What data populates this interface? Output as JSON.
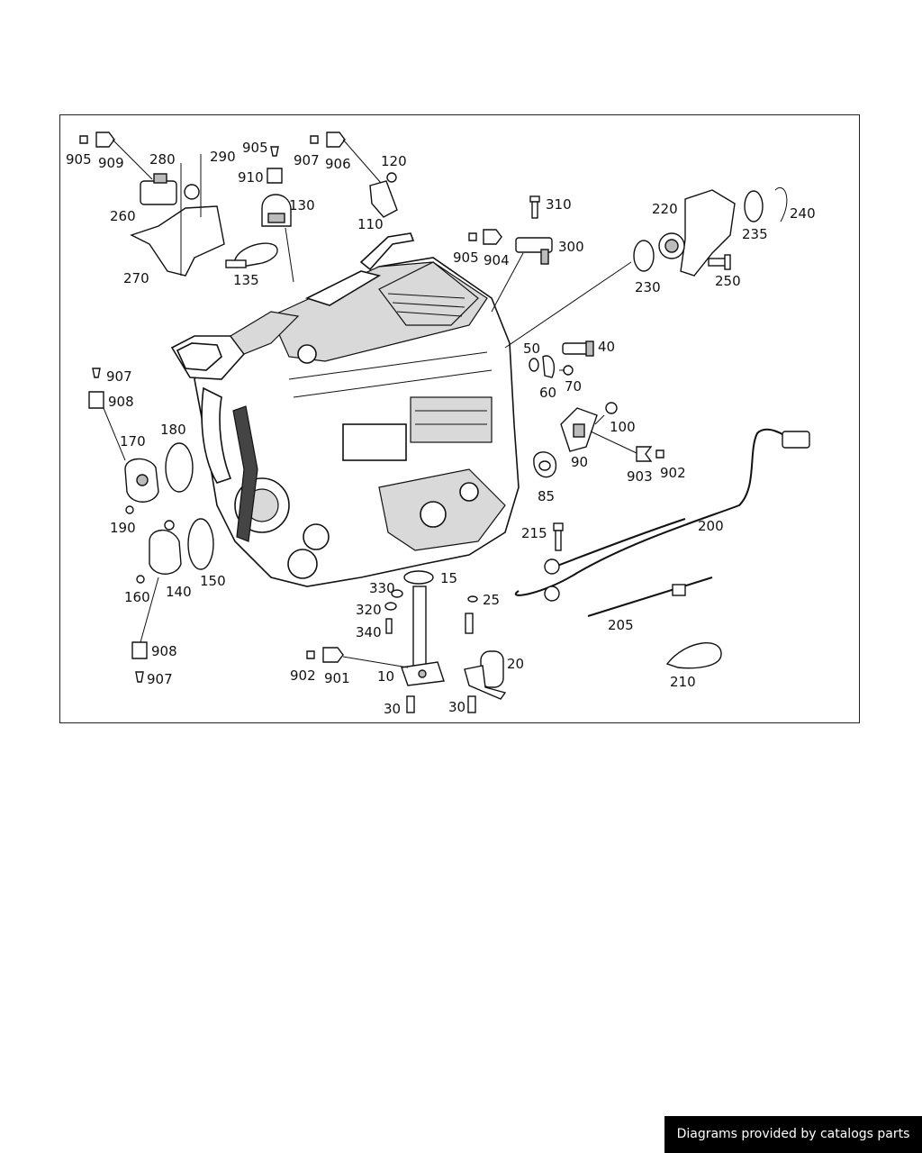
{
  "diagram": {
    "labels": {
      "p905a": "905",
      "p909a": "909",
      "p280": "280",
      "p290": "290",
      "p260": "260",
      "p270": "270",
      "p905b": "905",
      "p910": "910",
      "p130": "130",
      "p135": "135",
      "p907a": "907",
      "p906": "906",
      "p120": "120",
      "p110": "110",
      "p310": "310",
      "p905c": "905",
      "p904": "904",
      "p300": "300",
      "p220": "220",
      "p240": "240",
      "p235": "235",
      "p230": "230",
      "p250": "250",
      "p50": "50",
      "p40": "40",
      "p60": "60",
      "p70": "70",
      "p100": "100",
      "p90": "90",
      "p903": "903",
      "p902a": "902",
      "p85": "85",
      "p907b": "907",
      "p908a": "908",
      "p170": "170",
      "p180": "180",
      "p190": "190",
      "p160": "160",
      "p140": "140",
      "p150": "150",
      "p908b": "908",
      "p907c": "907",
      "p200": "200",
      "p215": "215",
      "p205": "205",
      "p210": "210",
      "p15": "15",
      "p330": "330",
      "p320": "320",
      "p340": "340",
      "p25": "25",
      "p902b": "902",
      "p901": "901",
      "p10": "10",
      "p20": "20",
      "p30a": "30",
      "p30b": "30"
    }
  },
  "footer": {
    "credit": "Diagrams provided by catalogs parts"
  }
}
